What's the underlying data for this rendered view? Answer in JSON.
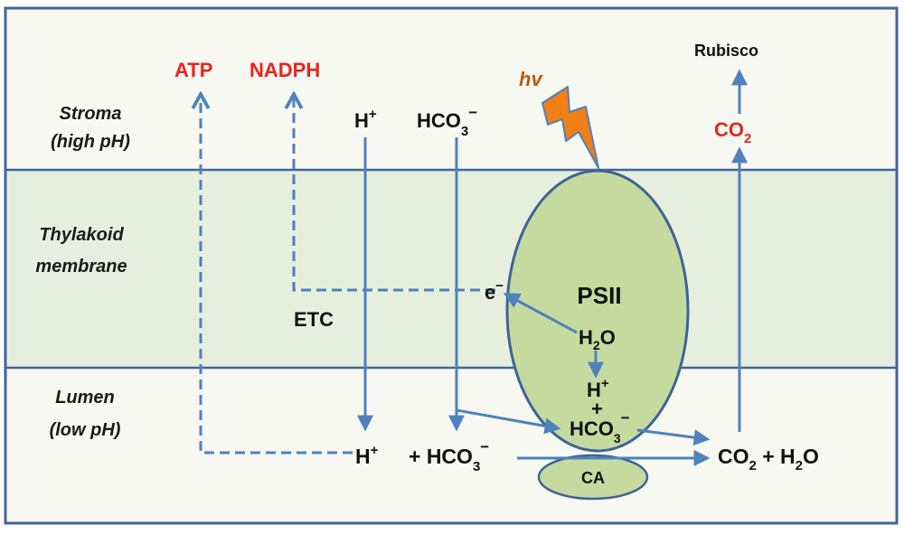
{
  "regions": {
    "stroma": {
      "line1": "Stroma",
      "line2": "(high pH)"
    },
    "membrane": {
      "line1": "Thylakoid",
      "line2": "membrane"
    },
    "lumen": {
      "line1": "Lumen",
      "line2": "(low pH)"
    }
  },
  "labels": {
    "atp": "ATP",
    "nadph": "NADPH",
    "h_plus": "H",
    "plus_sup": "+",
    "hco3": "HCO",
    "sub3": "3",
    "minus_sup": "−",
    "hv": "hv",
    "rubisco": "Rubisco",
    "co2": "CO",
    "sub2": "2",
    "etc": "ETC",
    "e_minus": "e",
    "psii": "PSII",
    "h2o": "H",
    "o": "O",
    "plus": "+",
    "ca": "CA",
    "lumen_hco3_prefix": "+ HCO",
    "lumen_co2_tail": " + H",
    "lumen_o": "O"
  },
  "colors": {
    "arrow": "#4f81bd",
    "band_border": "#41659a",
    "membrane_fill": "#e6efdd",
    "light_fill": "#f6f8f1",
    "psii_fill": "#c5da9f",
    "psii_stroke": "#3f6397",
    "lightning_fill": "#f07f14",
    "highlight": "#e8231c"
  }
}
